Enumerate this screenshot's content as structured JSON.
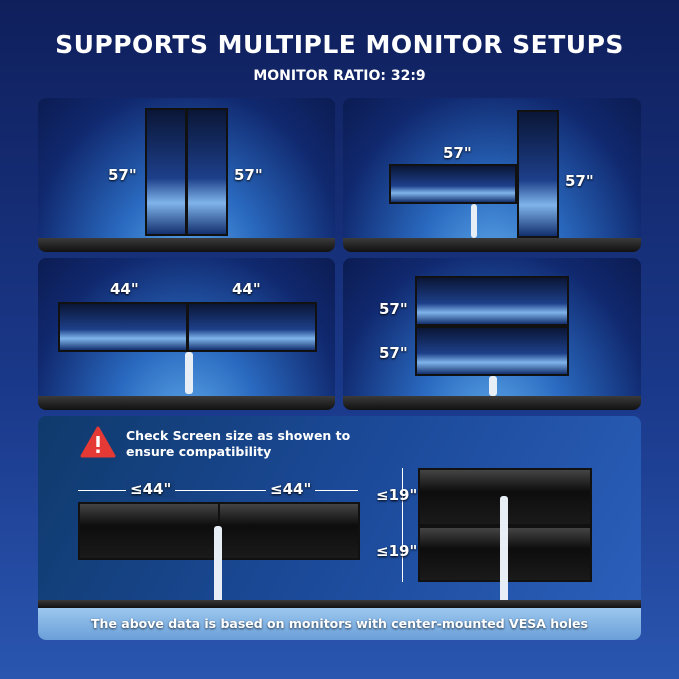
{
  "header": {
    "title": "SUPPORTS MULTIPLE MONITOR SETUPS",
    "subtitle": "MONITOR RATIO: 32:9"
  },
  "panels": [
    {
      "labels": [
        "57\"",
        "57\""
      ]
    },
    {
      "labels": [
        "57\"",
        "57\""
      ]
    },
    {
      "labels": [
        "44\"",
        "44\""
      ]
    },
    {
      "labels": [
        "57\"",
        "57\""
      ]
    }
  ],
  "bottom": {
    "warning": "Check Screen size as showen to ensure compatibility",
    "left_labels": [
      "≤44\"",
      "≤44\""
    ],
    "right_labels": [
      "≤19\"",
      "≤19\""
    ],
    "note": "The above data is based on monitors with center-mounted VESA holes"
  },
  "colors": {
    "warning": "#e53935",
    "accent": "#1b3a8c"
  }
}
